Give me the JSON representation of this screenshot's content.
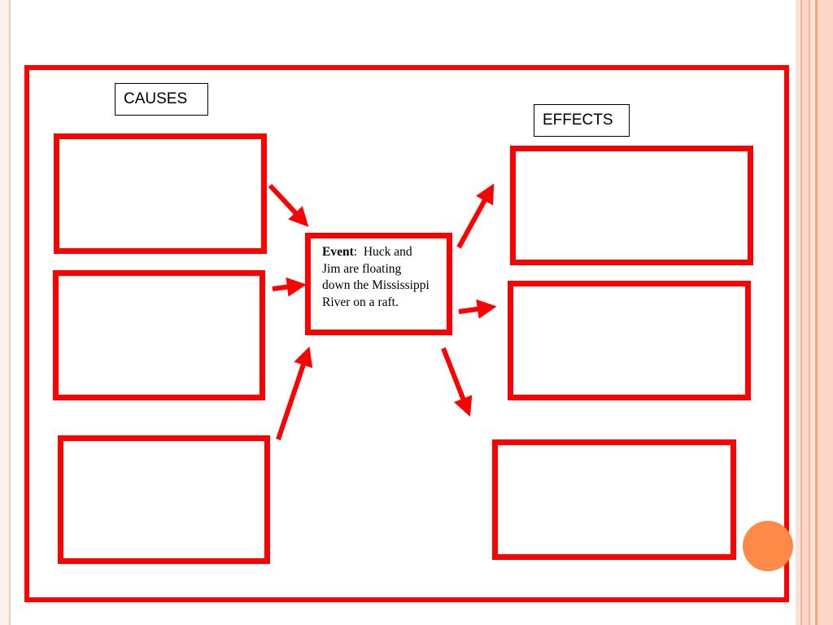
{
  "labels": {
    "causes": "CAUSES",
    "effects": "EFFECTS"
  },
  "event": {
    "title": "Event",
    "separator": ":",
    "text": "Huck and Jim are floating down the Mississippi River on a raft."
  },
  "colors": {
    "box_border": "#ff0000",
    "accent_circle": "#ff8a47",
    "stripes": "#fbd7c6"
  }
}
